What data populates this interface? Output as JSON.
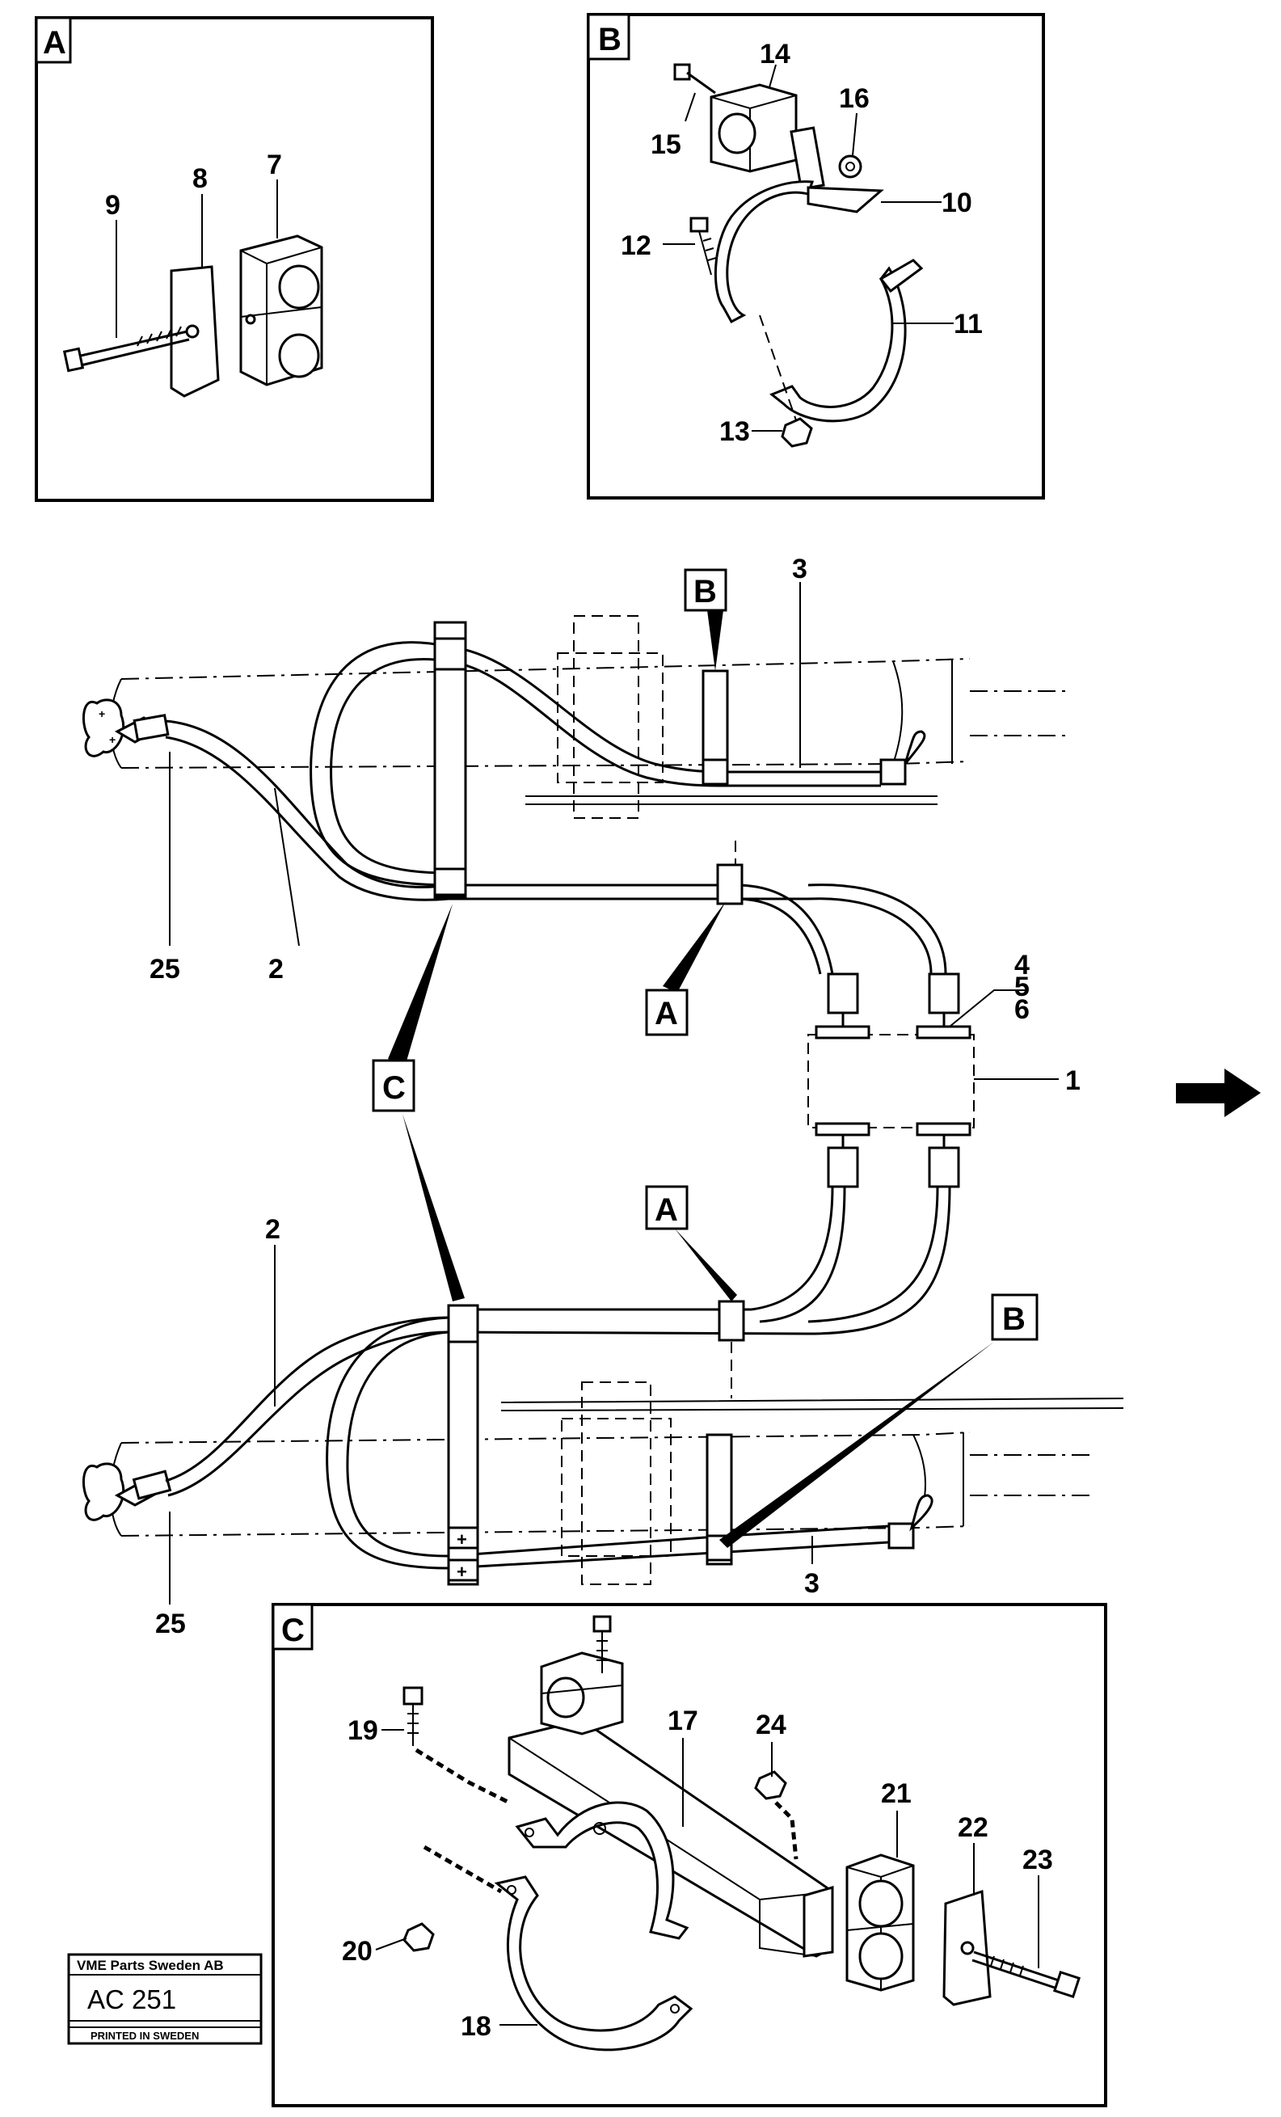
{
  "detail_boxes": {
    "a": {
      "tag": "A",
      "parts": {
        "p7": "7",
        "p8": "8",
        "p9": "9"
      }
    },
    "b": {
      "tag": "B",
      "parts": {
        "p10": "10",
        "p11": "11",
        "p12": "12",
        "p13": "13",
        "p14": "14",
        "p15": "15",
        "p16": "16"
      }
    },
    "c": {
      "tag": "C",
      "parts": {
        "p17": "17",
        "p18": "18",
        "p19": "19",
        "p20": "20",
        "p21": "21",
        "p22": "22",
        "p23": "23",
        "p24": "24"
      }
    }
  },
  "main_view": {
    "callouts": {
      "top_b": "B",
      "top_a": "A",
      "mid_c": "C",
      "low_a": "A",
      "low_b": "B"
    },
    "parts": {
      "p1": "1",
      "p2_top": "2",
      "p2_low": "2",
      "p3_top": "3",
      "p3_low": "3",
      "p4": "4",
      "p5": "5",
      "p6": "6",
      "p25_top": "25",
      "p25_low": "25"
    },
    "terminal_plus": "+"
  },
  "direction_arrow_icon": "right-arrow-icon",
  "stamp": {
    "company": "VME Parts Sweden AB",
    "code": "AC 251",
    "printed": "PRINTED IN SWEDEN"
  }
}
